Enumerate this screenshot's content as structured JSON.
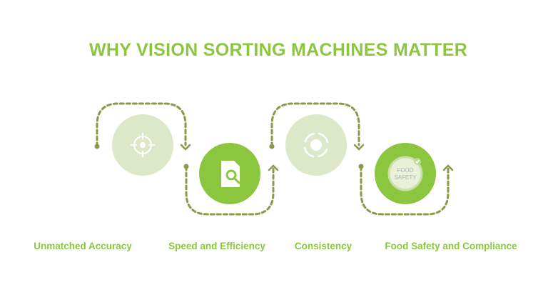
{
  "title": "WHY VISION SORTING MACHINES MATTER",
  "steps": [
    {
      "label": "Unmatched Accuracy",
      "icon": "target-icon"
    },
    {
      "label": "Speed and Efficiency",
      "icon": "document-search-icon"
    },
    {
      "label": "Consistency",
      "icon": "cycle-icon"
    },
    {
      "label": "Food Safety and Compliance",
      "icon": "food-safety-badge-icon"
    }
  ],
  "badge": {
    "line1": "FOOD",
    "line2": "SAFETY"
  },
  "colors": {
    "accent": "#8cc63f",
    "light": "#dde8c8",
    "dash": "#8a9a48"
  }
}
